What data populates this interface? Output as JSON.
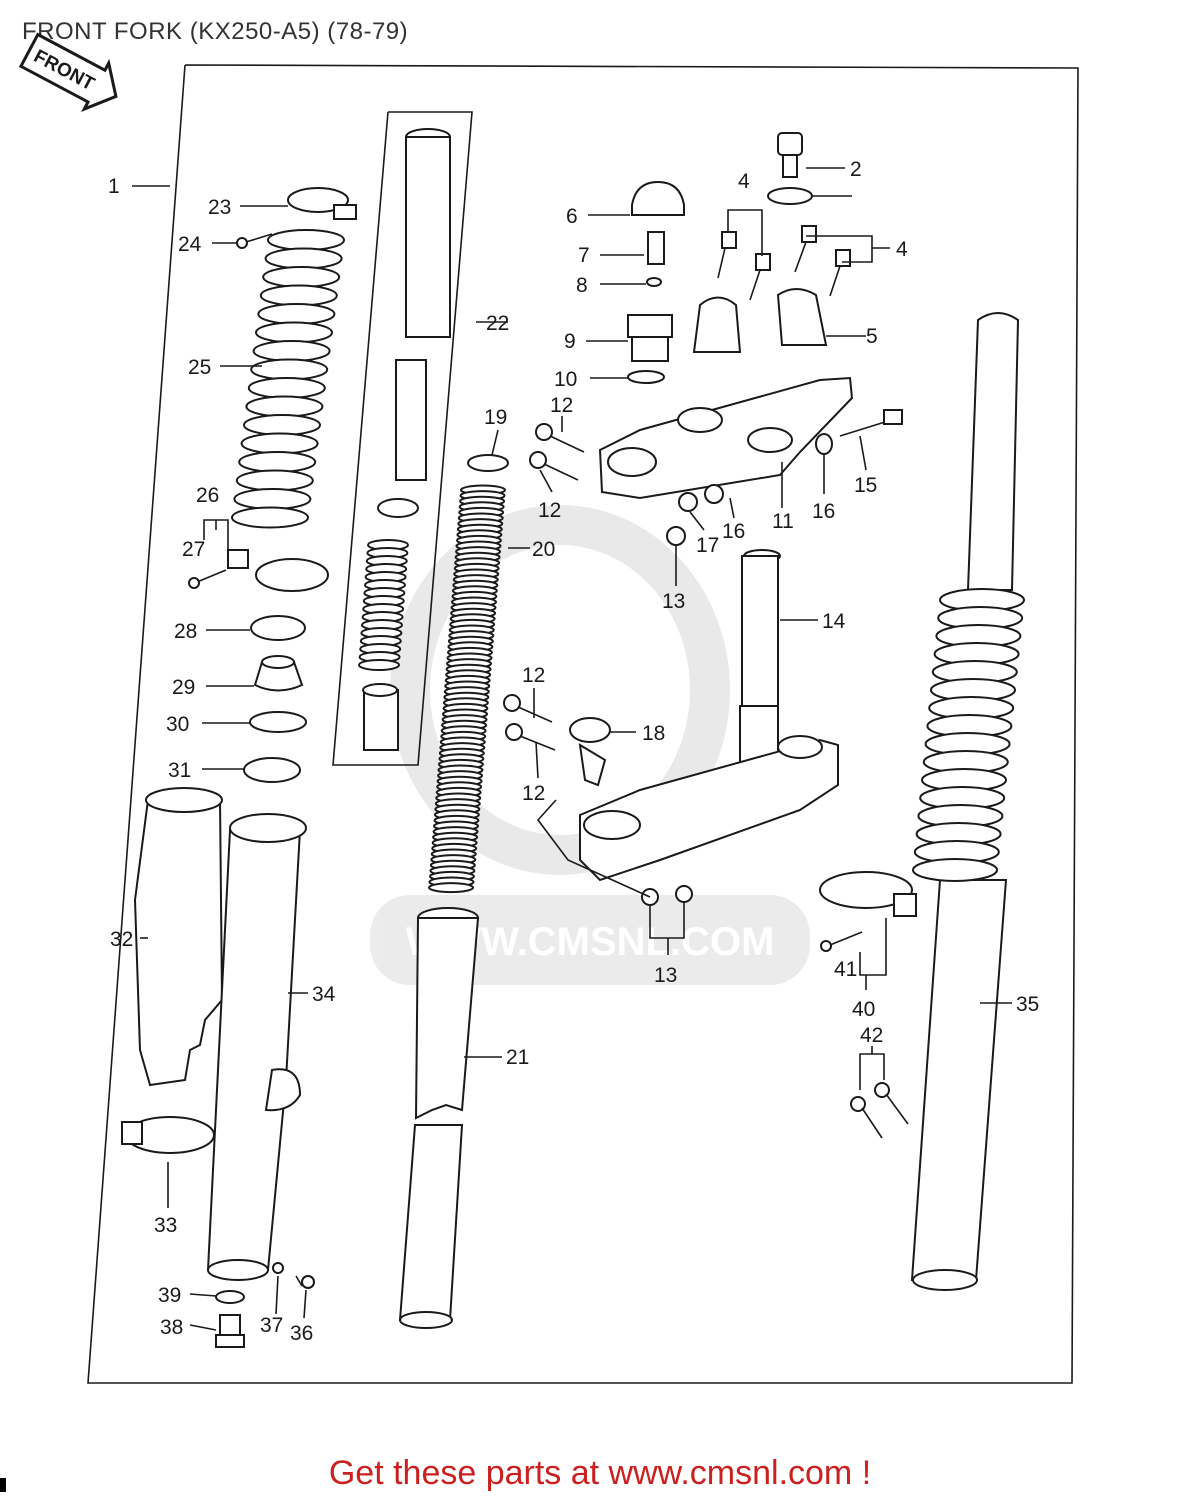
{
  "title": "FRONT FORK (KX250-A5) (78-79)",
  "front_badge": "FRONT",
  "watermark": "WWW.CMSNL.COM",
  "footer": "Get these parts at www.cmsnl.com !",
  "callouts": {
    "c1": "1",
    "c2": "2",
    "c4a": "4",
    "c4b": "4",
    "c5": "5",
    "c6": "6",
    "c7": "7",
    "c8": "8",
    "c9": "9",
    "c10": "10",
    "c11": "11",
    "c12a": "12",
    "c12b": "12",
    "c12c": "12",
    "c12d": "12",
    "c13a": "13",
    "c13b": "13",
    "c14": "14",
    "c15": "15",
    "c16a": "16",
    "c16b": "16",
    "c17": "17",
    "c18": "18",
    "c19": "19",
    "c20": "20",
    "c21": "21",
    "c22": "22",
    "c23": "23",
    "c24": "24",
    "c25": "25",
    "c26": "26",
    "c27": "27",
    "c28": "28",
    "c29": "29",
    "c30": "30",
    "c31": "31",
    "c32": "32",
    "c33": "33",
    "c34": "34",
    "c35": "35",
    "c36": "36",
    "c37": "37",
    "c38": "38",
    "c39": "39",
    "c40": "40",
    "c41": "41",
    "c42": "42"
  }
}
